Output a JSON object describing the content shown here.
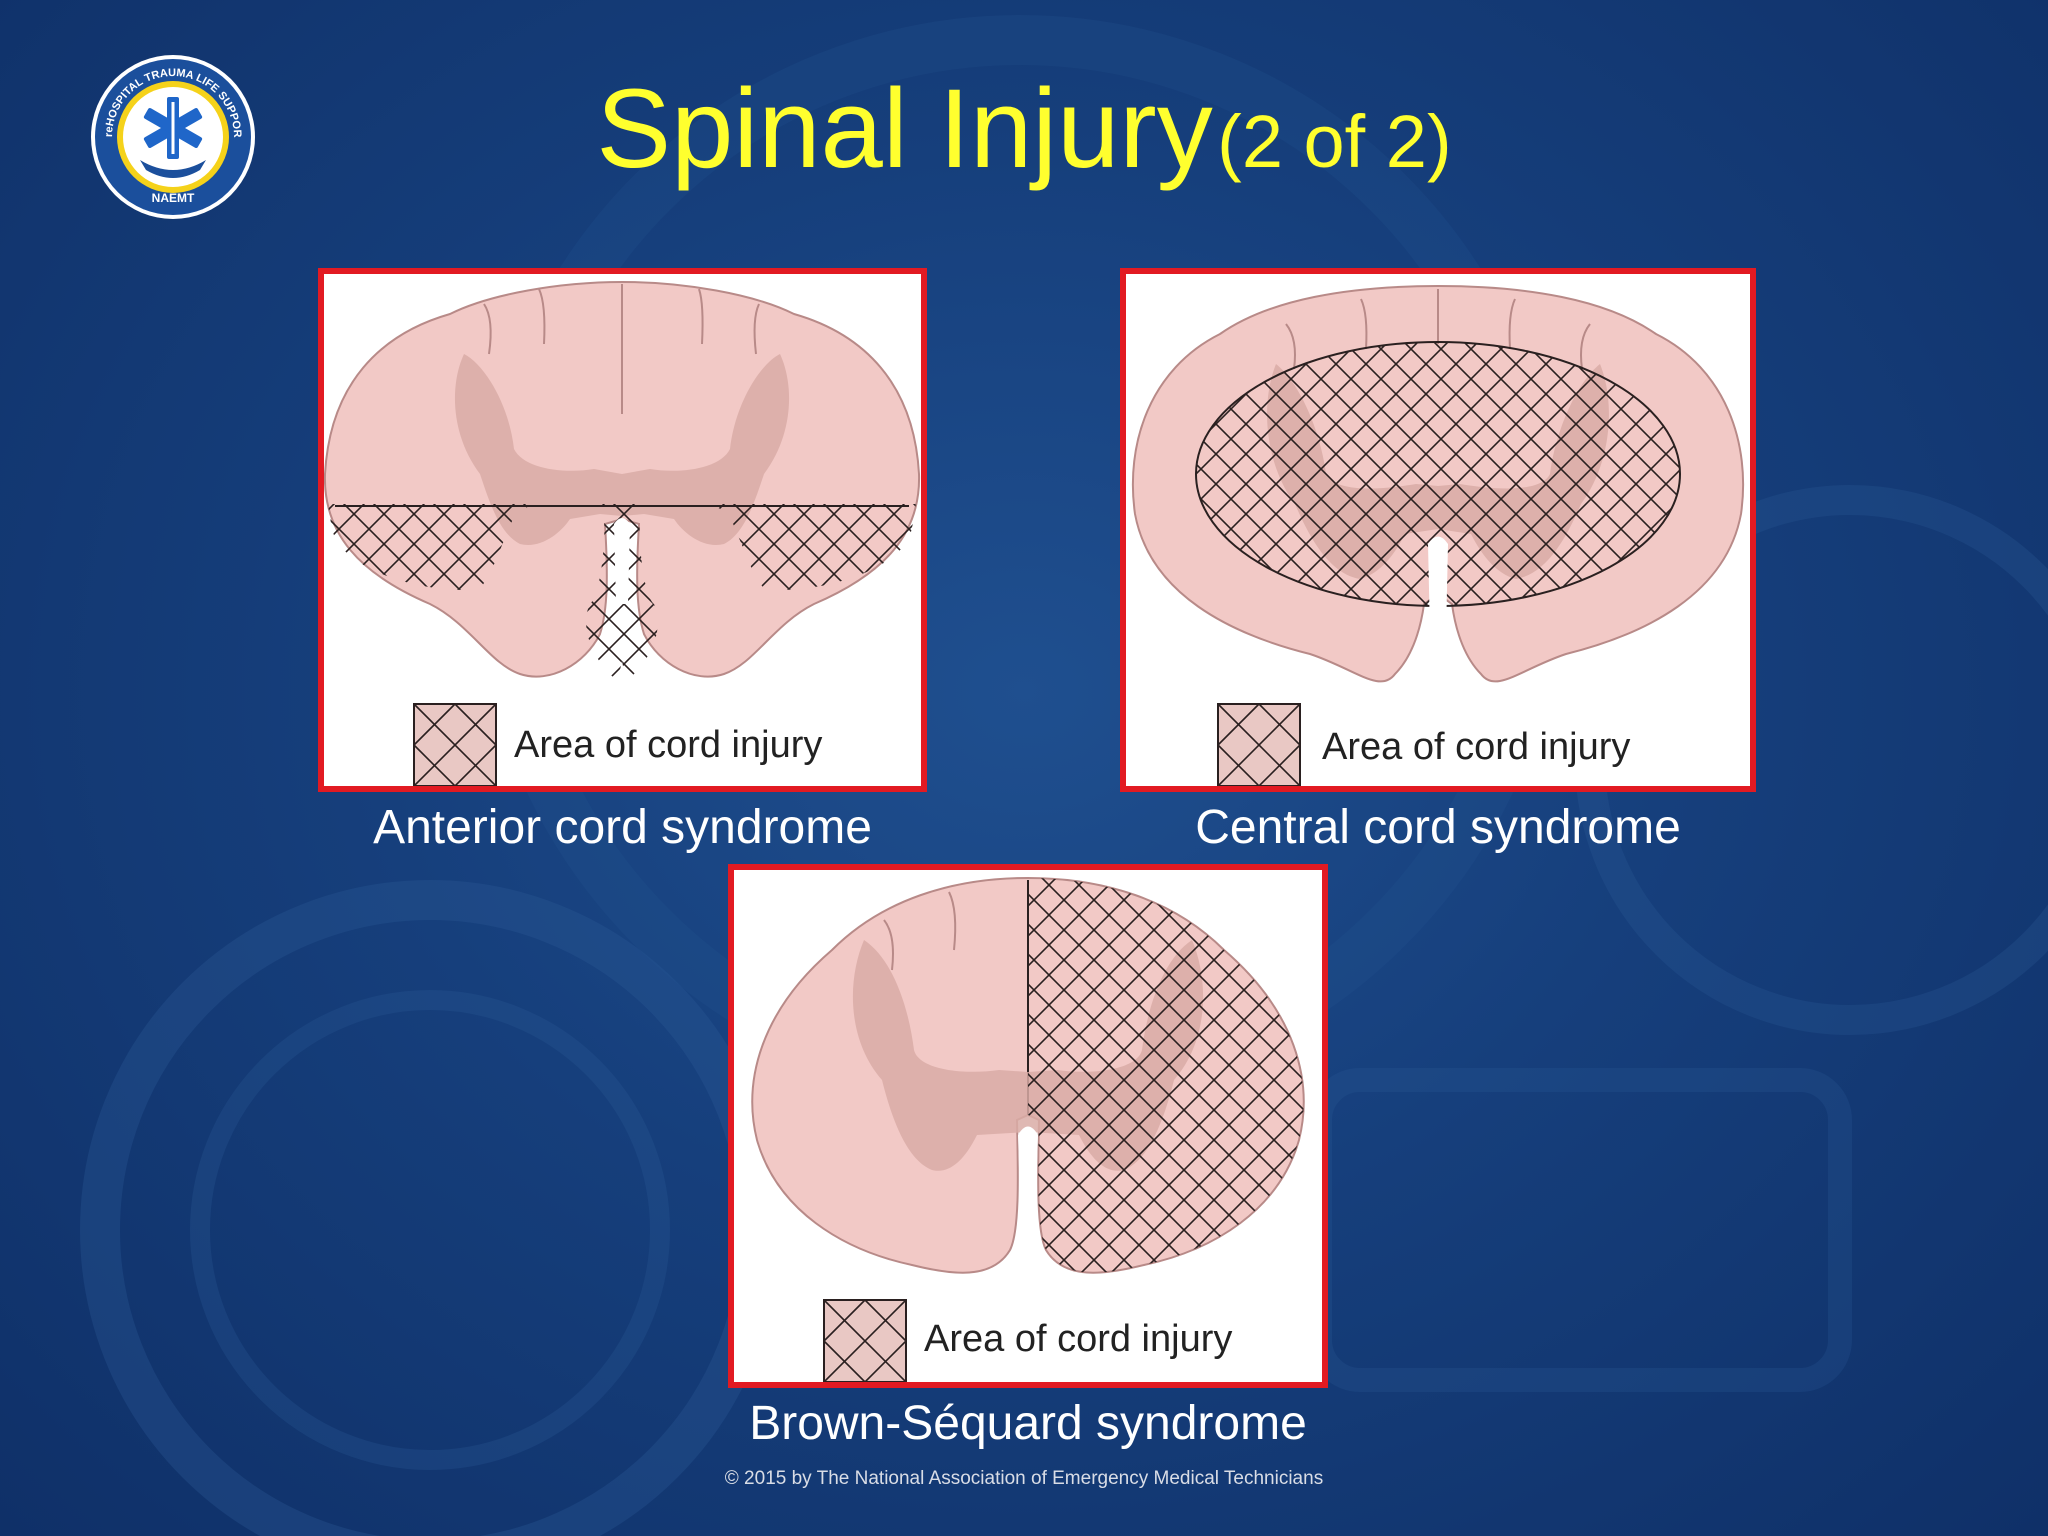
{
  "slide": {
    "title": "Spinal Injury",
    "title_suffix": "(2 of 2)",
    "logo": {
      "ring_text": "PreHOSPITAL TRAUMA LIFE SUPPORT",
      "bottom_text": "NAEMT",
      "icon": "star-of-life-icon"
    },
    "copyright": "© 2015 by The National Association of Emergency Medical Technicians"
  },
  "panels": [
    {
      "id": "anterior",
      "legend": "Area of cord injury",
      "caption": "Anterior cord syndrome"
    },
    {
      "id": "central",
      "legend": "Area of cord injury",
      "caption": "Central cord syndrome"
    },
    {
      "id": "brown-sequard",
      "legend": "Area of cord injury",
      "caption": "Brown-Séquard syndrome"
    }
  ],
  "colors": {
    "title": "#ffff2e",
    "panel_border": "#e21a22",
    "cord_white_matter": "#f2c9c6",
    "cord_gray_matter": "#d9aca6",
    "hatch": "#2a2020",
    "caption": "#ffffff"
  }
}
